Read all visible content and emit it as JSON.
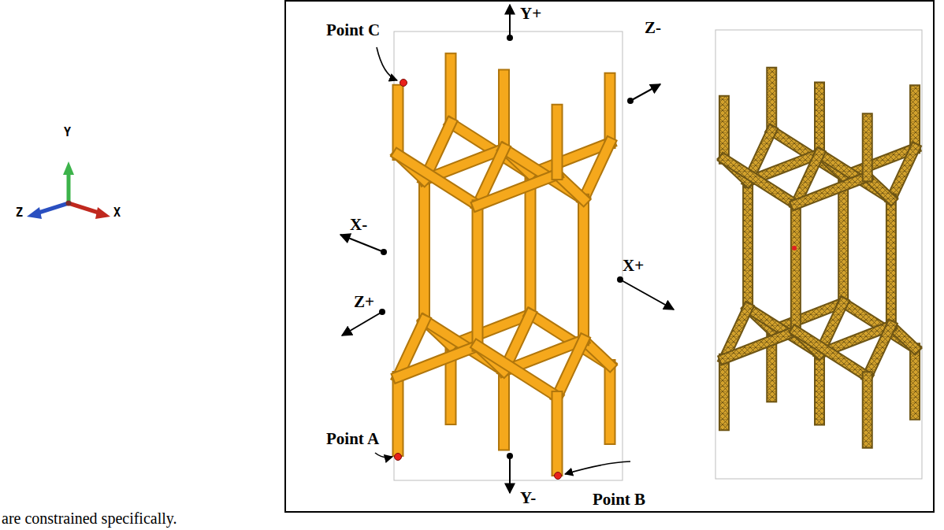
{
  "diagram": {
    "labels": [
      "Y",
      "Z",
      "X",
      "Y+",
      "Point C",
      "Z-",
      "X-",
      "X+",
      "Z+",
      "Point A",
      "Y-",
      "Point B",
      "are constrained specifically."
    ]
  }
}
